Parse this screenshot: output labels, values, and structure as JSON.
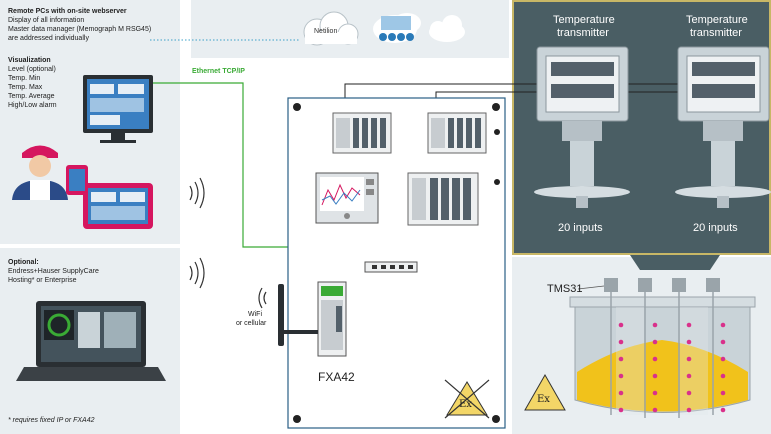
{
  "left_panel": {
    "remote_title": "Remote PCs with on-site webserver",
    "remote_lines": [
      "Display of all information",
      "Master data manager (Memograph M RSG45)",
      "are addressed individually"
    ],
    "visualization_title": "Visualization",
    "visualization_lines": [
      "Level (optional)",
      "Temp. Min",
      "Temp. Max",
      "Temp. Average",
      "High/Low alarm"
    ],
    "optional_title": "Optional:",
    "optional_lines": [
      "Endress+Hauser SupplyCare",
      "Hosting* or Enterprise"
    ],
    "footnote": "* requires fixed IP or FXA42"
  },
  "cloud": {
    "label": "Netilion"
  },
  "network": {
    "ethernet_label": "Ethernet TCP/IP",
    "wifi_label_1": "WiFi",
    "wifi_label_2": "or cellular"
  },
  "cabinet": {
    "gateway_label": "FXA42",
    "ex_symbol": "Ex"
  },
  "field": {
    "transmitter_title_1": "Temperature",
    "transmitter_title_2": "transmitter",
    "inputs_label": "20 inputs",
    "sensor_label": "TMS31",
    "ex_symbol": "Ex"
  },
  "colors": {
    "network_line": "#3aaa35",
    "field_bg": "#4a5e64",
    "panel_bg": "#e9eef1",
    "ex_yellow": "#f3d667",
    "liquid": "#f1c21b",
    "probe_dot": "#d9318b"
  }
}
